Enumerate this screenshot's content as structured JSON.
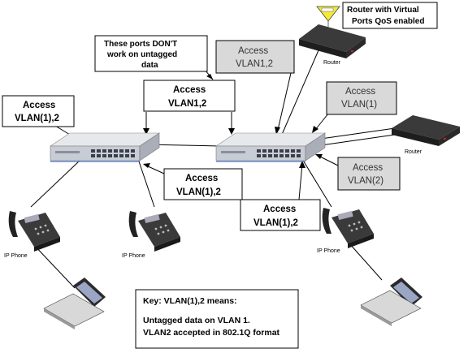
{
  "router_callout": {
    "line1": "Router with Virtual",
    "line2": "Ports QoS enabled"
  },
  "untagged_callout": {
    "line1": "These ports DON'T",
    "line2": "work on untagged",
    "line3": "data"
  },
  "labels": {
    "access_left_top": {
      "line1": "Access",
      "line2": "VLAN(1),2"
    },
    "access_center_top": {
      "line1": "Access",
      "line2": "VLAN1,2"
    },
    "access_upper_grey": {
      "line1": "Access",
      "line2": "VLAN1,2"
    },
    "access_right_grey_top": {
      "line1": "Access",
      "line2": "VLAN(1)"
    },
    "access_right_grey_bottom": {
      "line1": "Access",
      "line2": "VLAN(2)"
    },
    "access_center_bottom": {
      "line1": "Access",
      "line2": "VLAN(1),2"
    },
    "access_right_bottom": {
      "line1": "Access",
      "line2": "VLAN(1),2"
    }
  },
  "devices": {
    "router_top_label": "Router",
    "router_right_label": "Router",
    "phone_left_label": "IP Phone",
    "phone_center_label": "IP Phone",
    "phone_right_label": "IP Phone"
  },
  "key": {
    "title": "Key:   VLAN(1),2 means:",
    "line1": "Untagged data on VLAN 1.",
    "line2": "VLAN2 accepted in 802.1Q format"
  },
  "colors": {
    "grey_box": "#d9d9d9",
    "router_body": "#2b2b2b",
    "switch_body": "#c8ccd4",
    "callout_yellow": "#f2ea3a"
  }
}
